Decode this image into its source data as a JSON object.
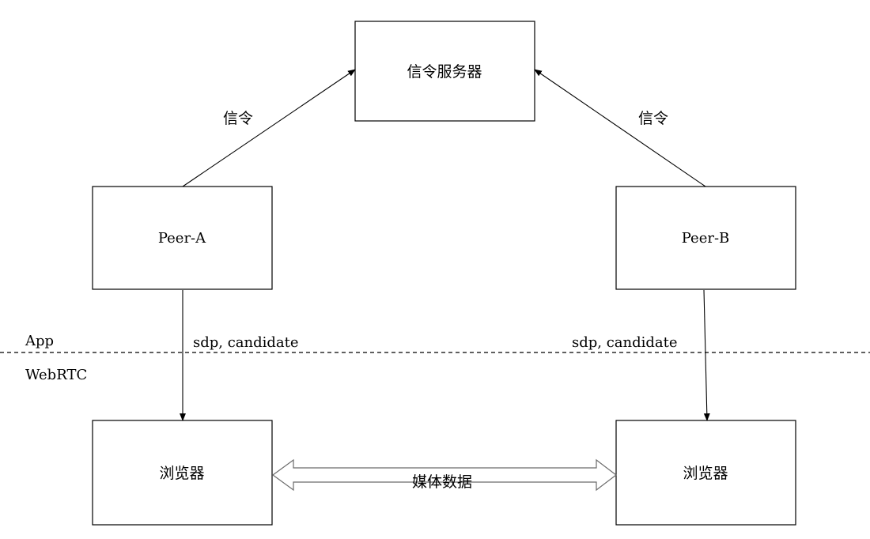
{
  "nodes": {
    "signal_server": "信令服务器",
    "peer_a": "Peer-A",
    "peer_b": "Peer-B",
    "browser_a": "浏览器",
    "browser_b": "浏览器"
  },
  "edges": {
    "signal_left": "信令",
    "signal_right": "信令",
    "sdp_left": "sdp, candidate",
    "sdp_right": "sdp, candidate",
    "media": "媒体数据"
  },
  "layers": {
    "upper": "App",
    "lower": "WebRTC"
  },
  "colors": {
    "line": "#000000",
    "media_arrow_stroke": "#6b6b6b",
    "background": "#ffffff"
  }
}
